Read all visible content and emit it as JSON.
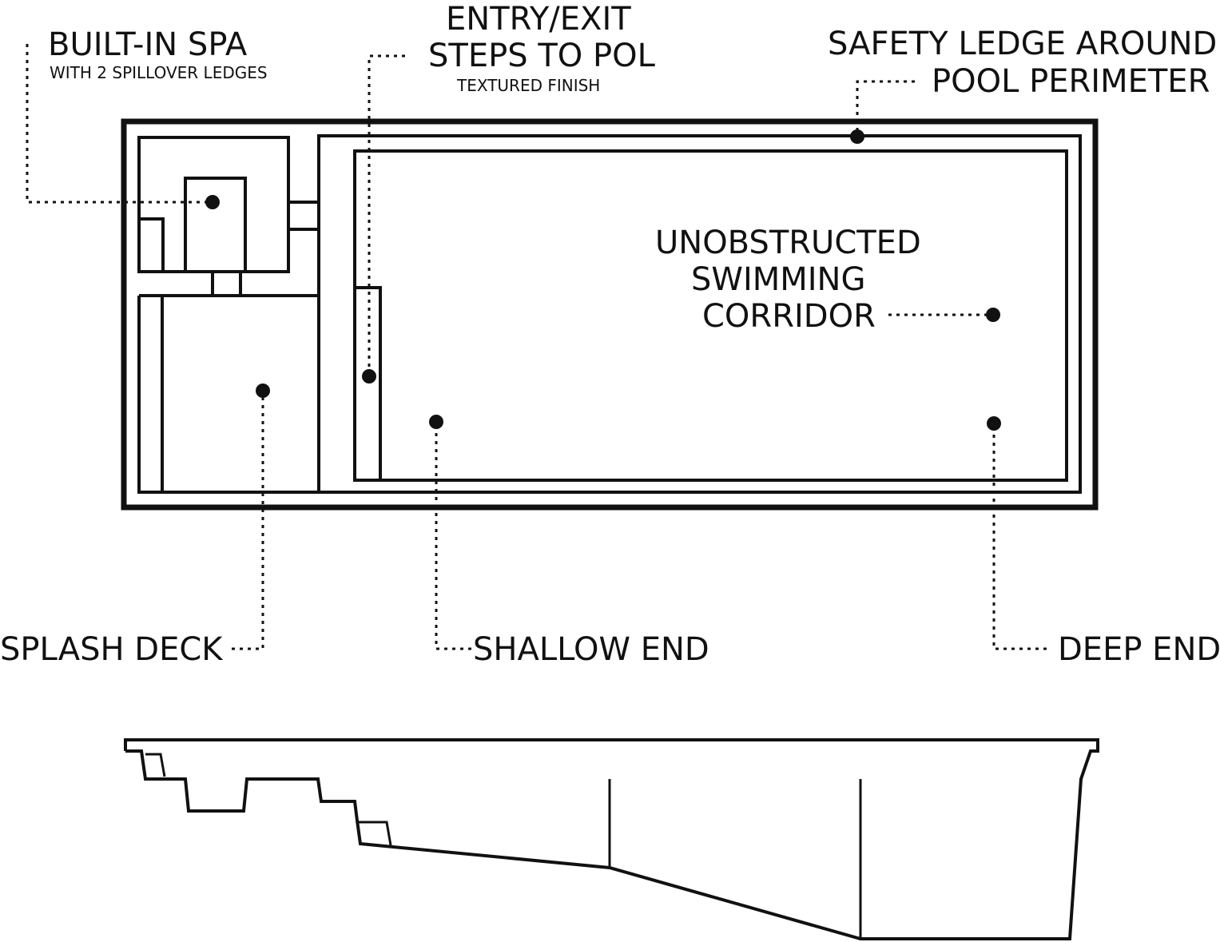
{
  "labels": {
    "built_in_spa": {
      "title": "BUILT-IN SPA",
      "subtitle": "WITH 2 SPILLOVER LEDGES"
    },
    "entry_exit": {
      "line1": "ENTRY/EXIT",
      "line2": "STEPS TO POL",
      "subtitle": "TEXTURED FINISH"
    },
    "safety_ledge": {
      "line1": "SAFETY LEDGE AROUND",
      "line2": "POOL PERIMETER"
    },
    "corridor": {
      "line1": "UNOBSTRUCTED",
      "line2": "SWIMMING",
      "line3": "CORRIDOR"
    },
    "splash_deck": "SPLASH DECK",
    "shallow_end": "SHALLOW END",
    "deep_end": "DEEP END"
  },
  "colors": {
    "line": "#111111",
    "background": "#ffffff"
  }
}
